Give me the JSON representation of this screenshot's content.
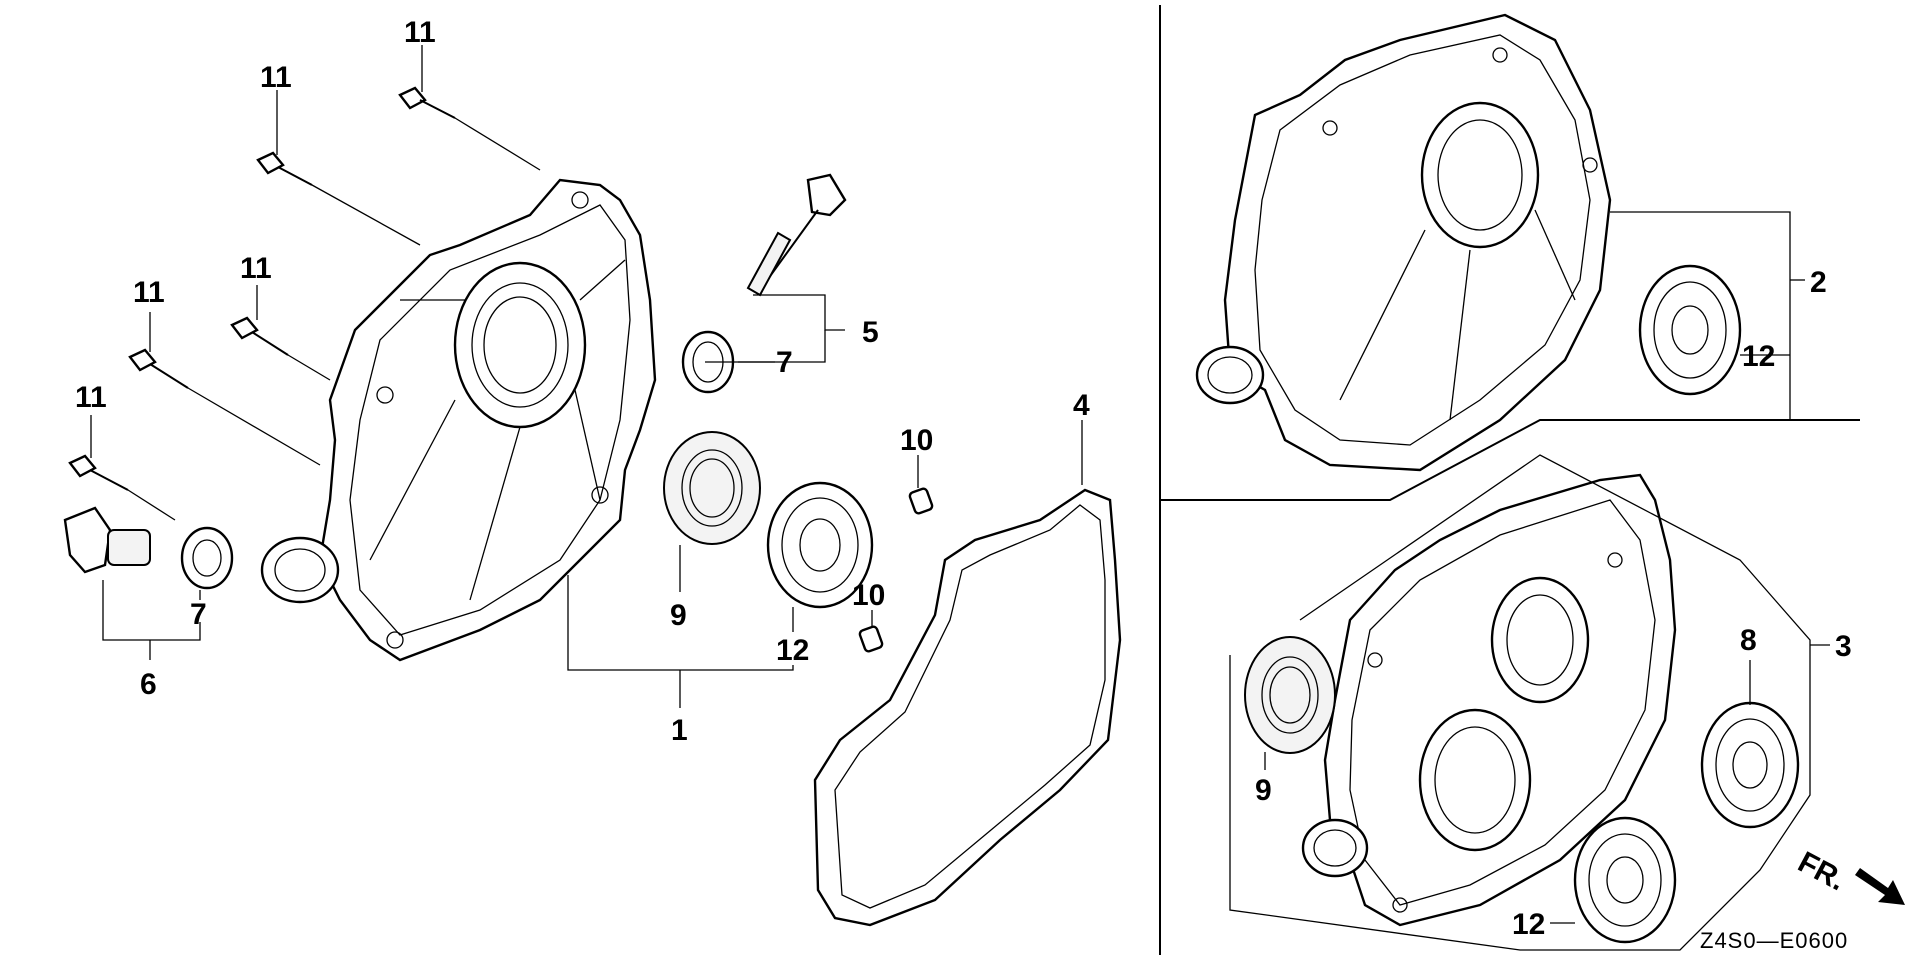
{
  "labels": {
    "l11a": "11",
    "l11b": "11",
    "l11c": "11",
    "l11d": "11",
    "l11e": "11",
    "l5": "5",
    "l7a": "7",
    "l4": "4",
    "l10a": "10",
    "l10b": "10",
    "l9a": "9",
    "l12a": "12",
    "l1": "1",
    "l7b": "7",
    "l6": "6",
    "l2": "2",
    "l12b": "12",
    "l3": "3",
    "l8": "8",
    "l9b": "9",
    "l12c": "12"
  },
  "direction_label": "FR.",
  "diagram_code": "Z4S0—E0600"
}
